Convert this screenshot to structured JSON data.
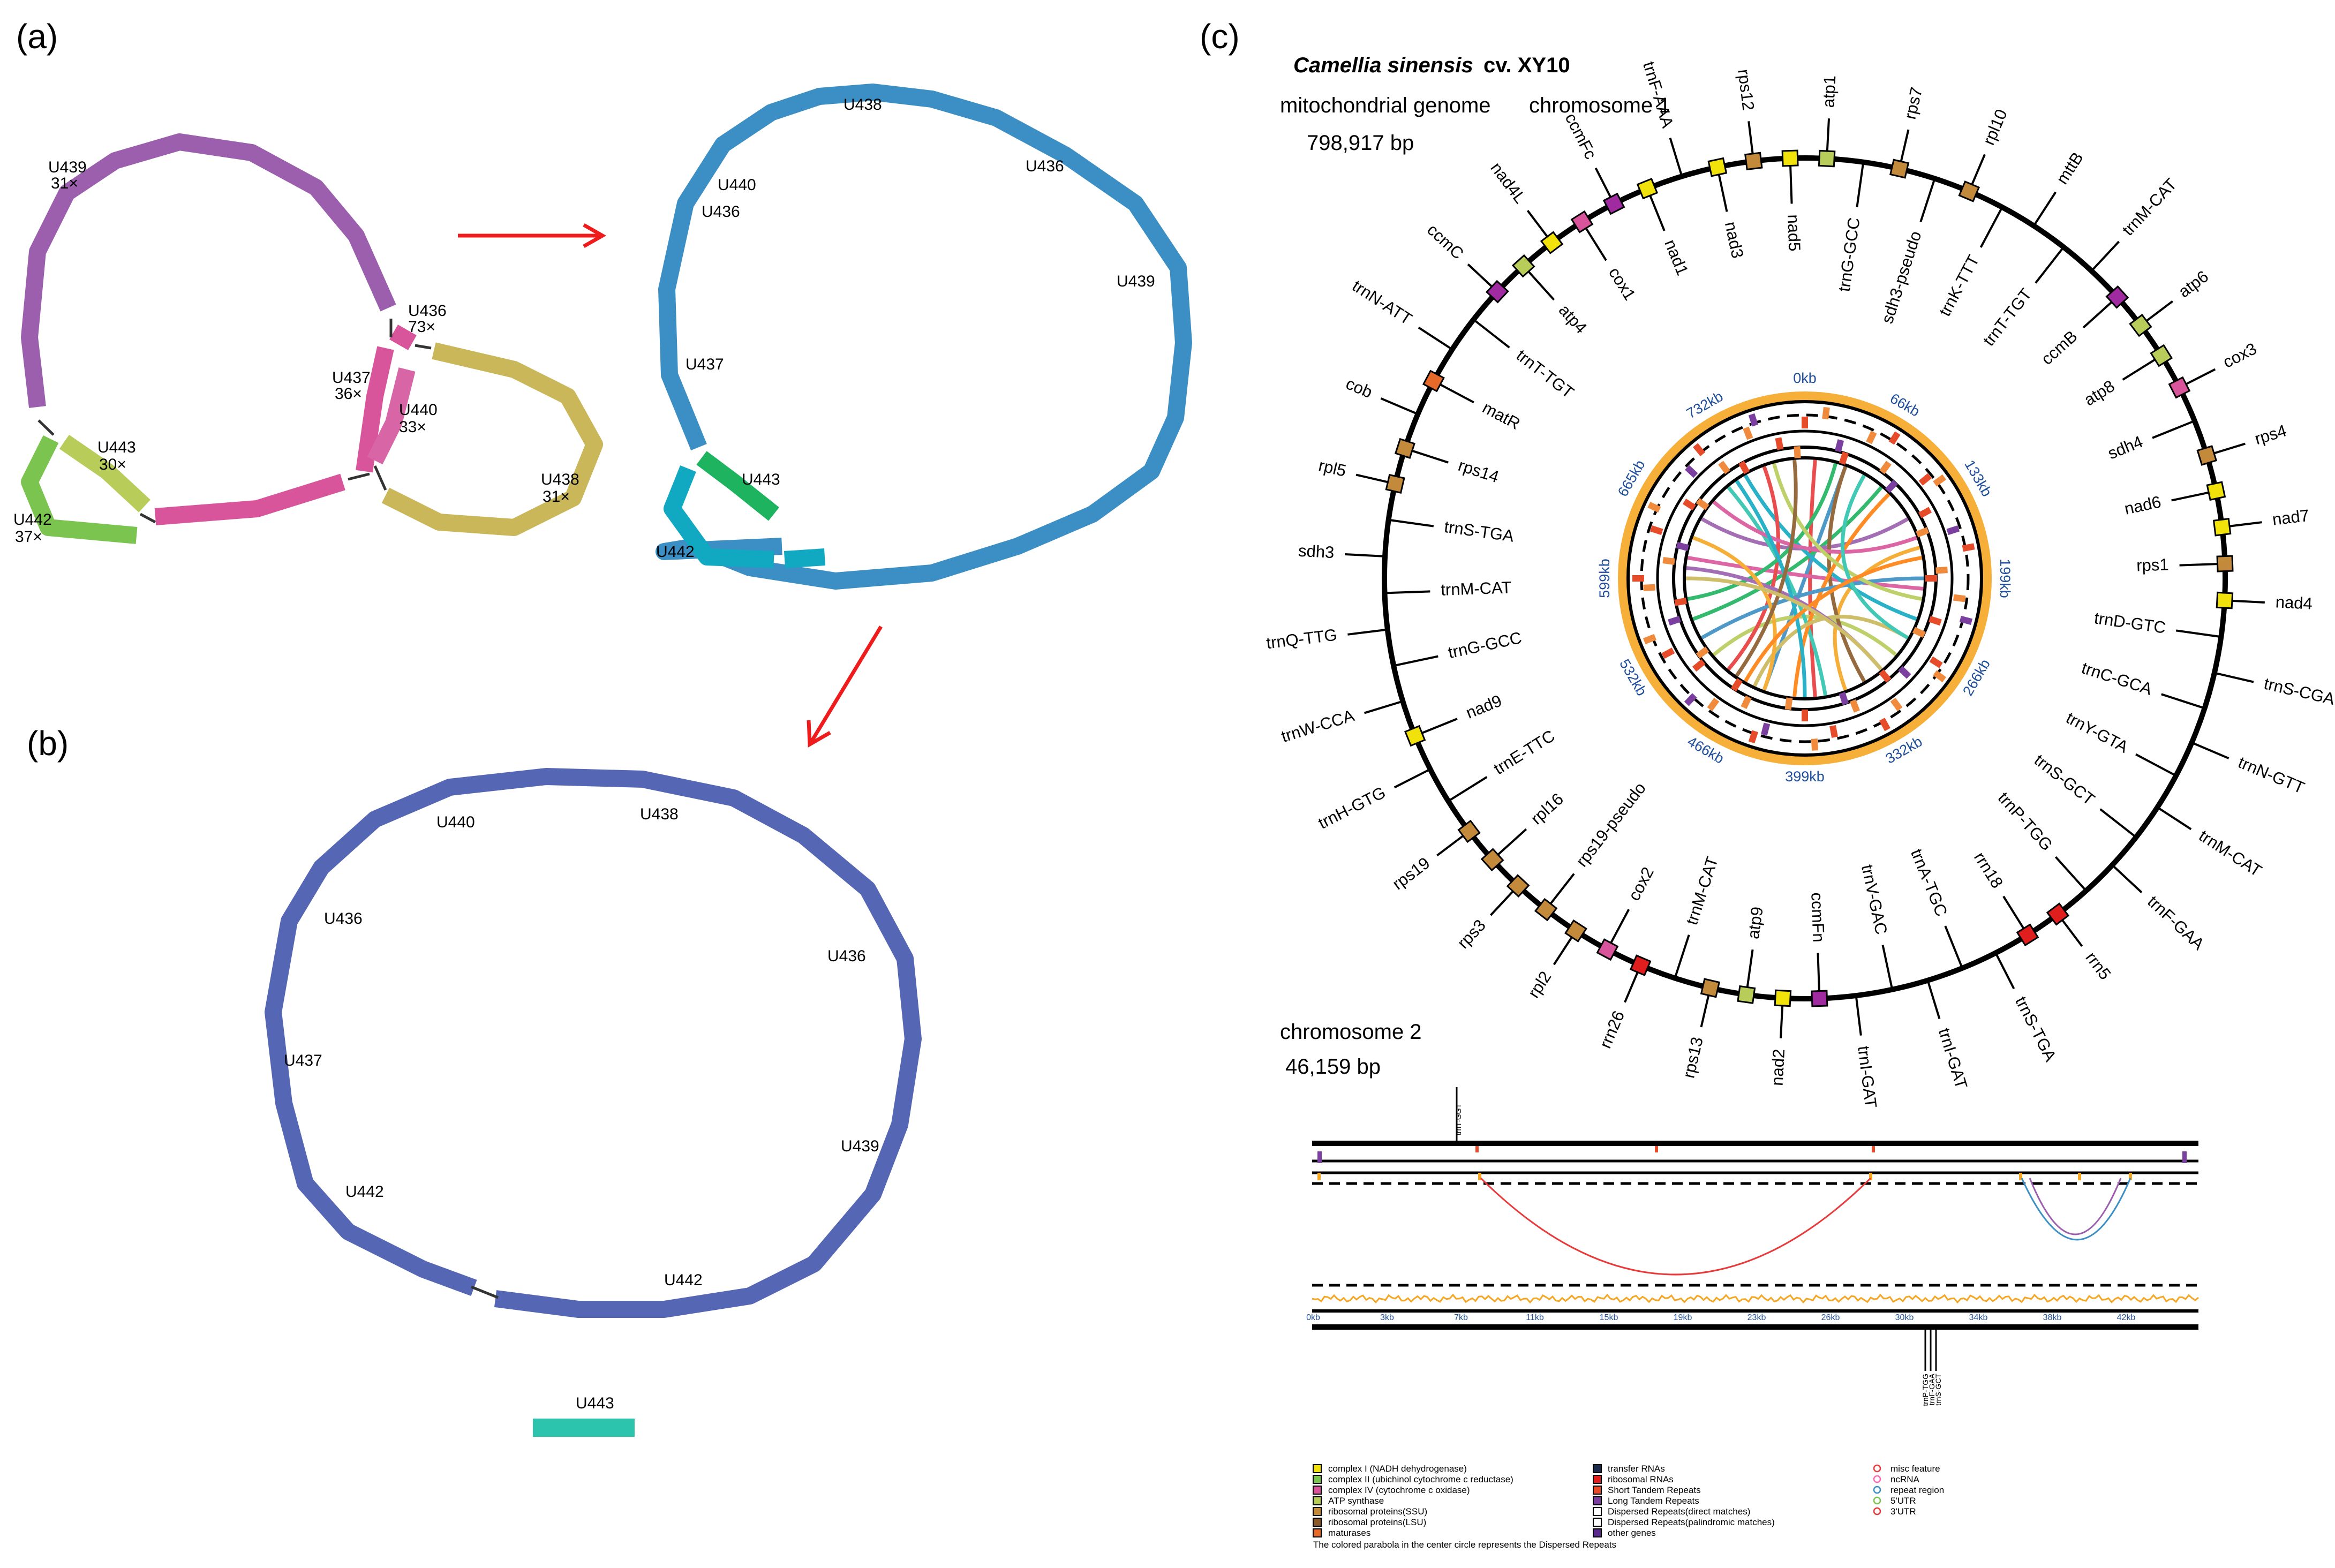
{
  "panels": {
    "a": "(a)",
    "b": "(b)",
    "c": "(c)"
  },
  "panel_a": {
    "labels": [
      {
        "id": "U439",
        "text": "U439",
        "cov": "31×"
      },
      {
        "id": "U436",
        "text": "U436",
        "cov": "73×"
      },
      {
        "id": "U437",
        "text": "U437",
        "cov": "36×"
      },
      {
        "id": "U440",
        "text": "U440",
        "cov": "33×"
      },
      {
        "id": "U443",
        "text": "U443",
        "cov": "30×"
      },
      {
        "id": "U442",
        "text": "U442",
        "cov": "37×"
      },
      {
        "id": "U438",
        "text": "U438",
        "cov": "31×"
      }
    ]
  },
  "panel_a2": {
    "labels": [
      "U438",
      "U436",
      "U440",
      "U436",
      "U439",
      "U437",
      "U443",
      "U442"
    ]
  },
  "panel_b": {
    "labels": [
      "U440",
      "U438",
      "U436",
      "U436",
      "U437",
      "U439",
      "U442",
      "U442",
      "U443"
    ]
  },
  "panel_c": {
    "title_species": "Camellia sinensis",
    "title_cultivar": "cv. XY10",
    "subtitle": "mitochondrial genome",
    "chrom1": "chromosome 1",
    "chrom1_size": "798,917 bp",
    "chrom2": "chromosome 2",
    "chrom2_size": "46,159 bp",
    "ring_ticks": [
      "0kb",
      "66kb",
      "133kb",
      "199kb",
      "266kb",
      "332kb",
      "399kb",
      "466kb",
      "532kb",
      "599kb",
      "665kb",
      "732kb"
    ],
    "genes_outer": [
      "atp1",
      "trnG-GCC",
      "rps7",
      "sdh3-pseudo",
      "rpl10",
      "trnK-TTT",
      "mttB",
      "trnT-TGT",
      "trnM-CAT",
      "ccmB",
      "atp6",
      "atp8",
      "cox3",
      "sdh4",
      "rps4",
      "nad6",
      "nad7",
      "rps1",
      "nad4",
      "trnD-GTC",
      "trnS-CGA",
      "trnC-GCA",
      "trnN-GTT",
      "trnY-GTA",
      "trnM-CAT",
      "trnS-GCT",
      "trnF-GAA",
      "trnP-TGG",
      "rrn5",
      "rrn18",
      "trnS-TGA",
      "trnA-TGC",
      "trnI-GAT",
      "trnV-GAC",
      "trnI-GAT",
      "ccmFn",
      "nad2",
      "atp9",
      "rps13",
      "trnM-CAT",
      "rrn26",
      "cox2",
      "rpl2",
      "rps19-pseudo",
      "rps3",
      "rpl16",
      "rps19",
      "trnE-TTC",
      "trnH-GTG",
      "nad9",
      "trnW-CCA",
      "trnG-GCC",
      "trnQ-TTG",
      "trnM-CAT",
      "sdh3",
      "trnS-TGA",
      "rpl5",
      "rps14",
      "cob",
      "matR",
      "trnN-ATT",
      "trnT-TGT",
      "ccmC",
      "atp4",
      "nad4L",
      "cox1",
      "ccmFc",
      "nad1",
      "trnF-AAA",
      "nad3",
      "rps12",
      "nad5"
    ],
    "chrom2_ticks": [
      "0kb",
      "3kb",
      "7kb",
      "11kb",
      "15kb",
      "19kb",
      "23kb",
      "26kb",
      "30kb",
      "34kb",
      "38kb",
      "42kb"
    ],
    "chrom2_gene_top": "trnT-GGT",
    "chrom2_genes_bottom": [
      "trnP-TGG",
      "trnF-GAA",
      "trnS-GCT"
    ],
    "legend_col1": [
      "complex I (NADH dehydrogenase)",
      "complex II (ubichinol cytochrome c reductase)",
      "complex IV (cytochrome c oxidase)",
      "ATP synthase",
      "ribosomal proteins(SSU)",
      "ribosomal proteins(LSU)",
      "maturases"
    ],
    "legend_col2": [
      "transfer RNAs",
      "ribosomal RNAs",
      "Short Tandem Repeats",
      "Long Tandem Repeats",
      "Dispersed Repeats(direct matches)",
      "Dispersed Repeats(palindromic matches)",
      "other genes"
    ],
    "legend_col3": [
      "misc feature",
      "ncRNA",
      "repeat region",
      "5'UTR",
      "3'UTR"
    ],
    "legend_note": "The colored parabola in the center circle represents the Dispersed Repeats",
    "colors": {
      "purple": "#9b5fad",
      "magenta": "#d9559b",
      "olive": "#c9b75a",
      "green": "#7ac44f",
      "lime": "#b8cc5a",
      "blue": "#3c8fc4",
      "teal": "#11a9c2",
      "darkgreen": "#1db35f",
      "indigo": "#5566b4",
      "cyan": "#2dc4ad",
      "orange": "#f5a623",
      "arrow": "#ee1c1c"
    }
  }
}
